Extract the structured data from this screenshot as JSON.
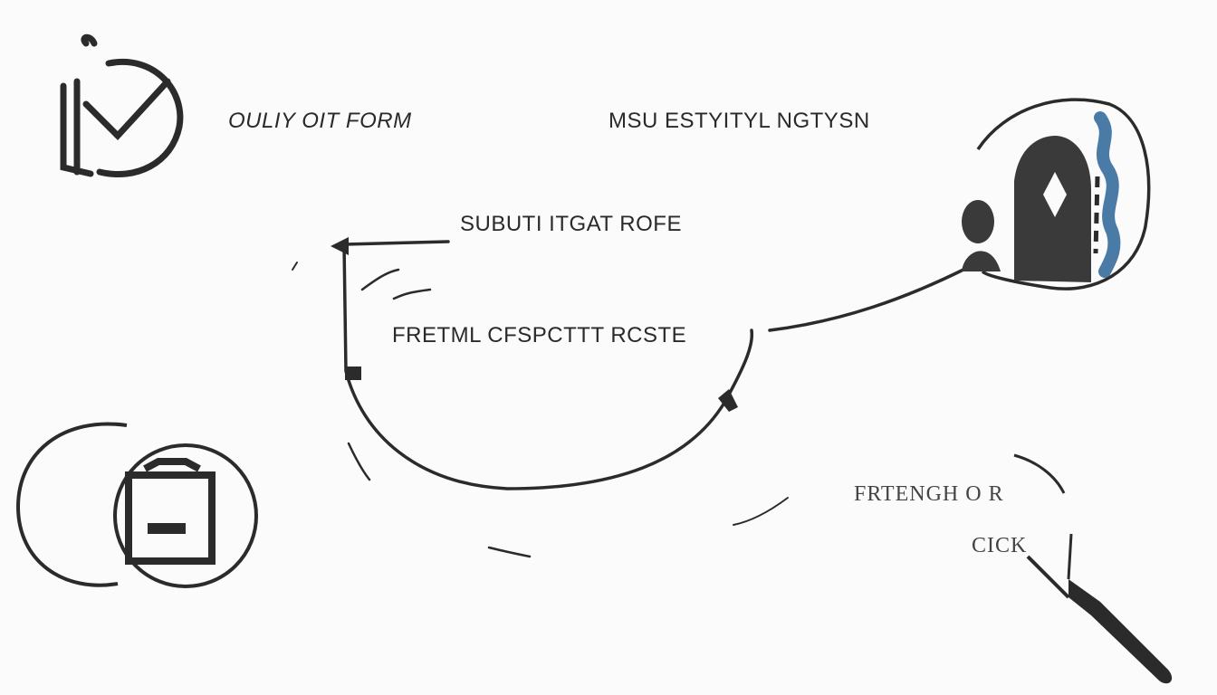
{
  "labels": {
    "top_left": "OULIY OIT FORM",
    "top_right": "MSU ESTYITYL NGTYSN",
    "middle": "SUBUTI ITGAT ROFE",
    "center": "FRETML CFSPCTTT RCSTE",
    "bottom_right": "FRTENGH O R",
    "click": "CICK"
  },
  "colors": {
    "ink": "#2b2b2b",
    "accent": "#4a7aa6"
  }
}
